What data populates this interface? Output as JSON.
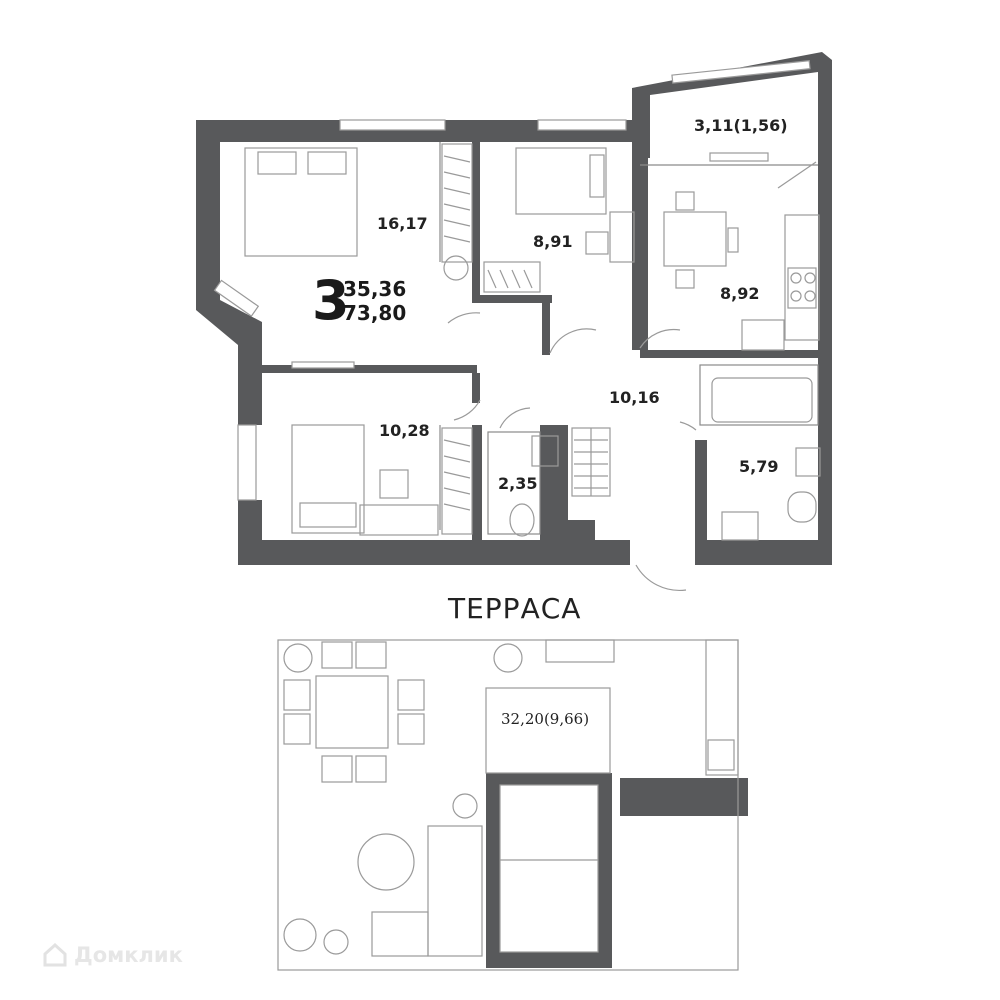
{
  "plan": {
    "rooms_count": "3",
    "living_area": "35,36",
    "total_area": "73,80",
    "rooms": {
      "bedroom_main": "16,17",
      "bedroom_small": "8,91",
      "balcony": "3,11(1,56)",
      "kitchen": "8,92",
      "hall": "10,16",
      "bedroom_lower": "10,28",
      "wc": "2,35",
      "bathroom": "5,79"
    },
    "terrace_title": "ТЕРРАСА",
    "terrace_area": "32,20(9,66)"
  },
  "brand": {
    "name": "Домклик"
  },
  "colors": {
    "wall": "#58595b",
    "line": "#9a9a9a",
    "text": "#222222"
  }
}
